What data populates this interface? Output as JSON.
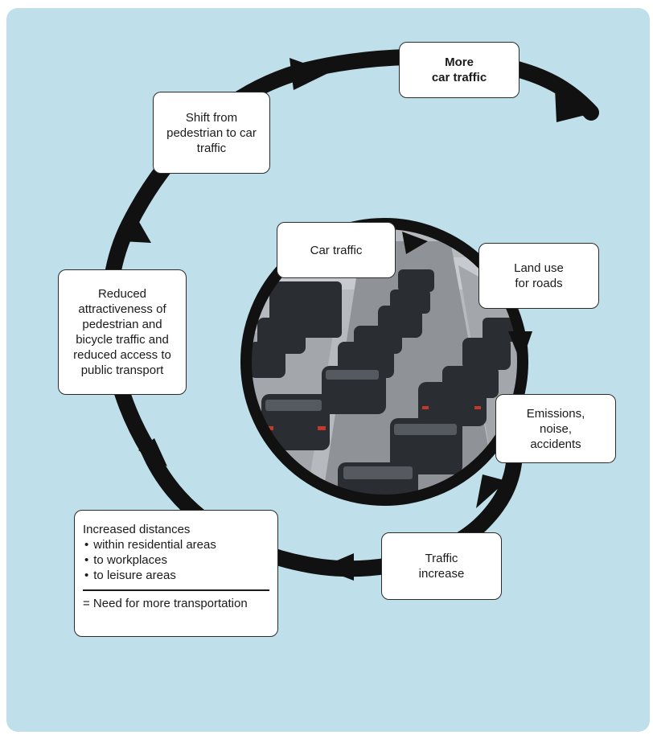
{
  "boxes": {
    "more_car_traffic": "More\ncar traffic",
    "shift": "Shift from\npedestrian to car\ntraffic",
    "reduced": "Reduced\nattractiveness of\npedestrian and\nbicycle traffic and\nreduced access to\npublic transport",
    "car_traffic": "Car traffic",
    "land_use": "Land use\nfor roads",
    "emissions": "Emissions,\nnoise,\naccidents",
    "traffic_increase": "Traffic\nincrease"
  },
  "distances": {
    "heading": "Increased distances",
    "items": [
      "within residential areas",
      "to workplaces",
      "to leisure areas"
    ],
    "footer": "= Need for more transportation"
  },
  "colors": {
    "background": "#bfe0ea",
    "ring": "#111111",
    "road": "#9a9ea3"
  },
  "image": {
    "subject": "highway-traffic-jam-photo"
  }
}
